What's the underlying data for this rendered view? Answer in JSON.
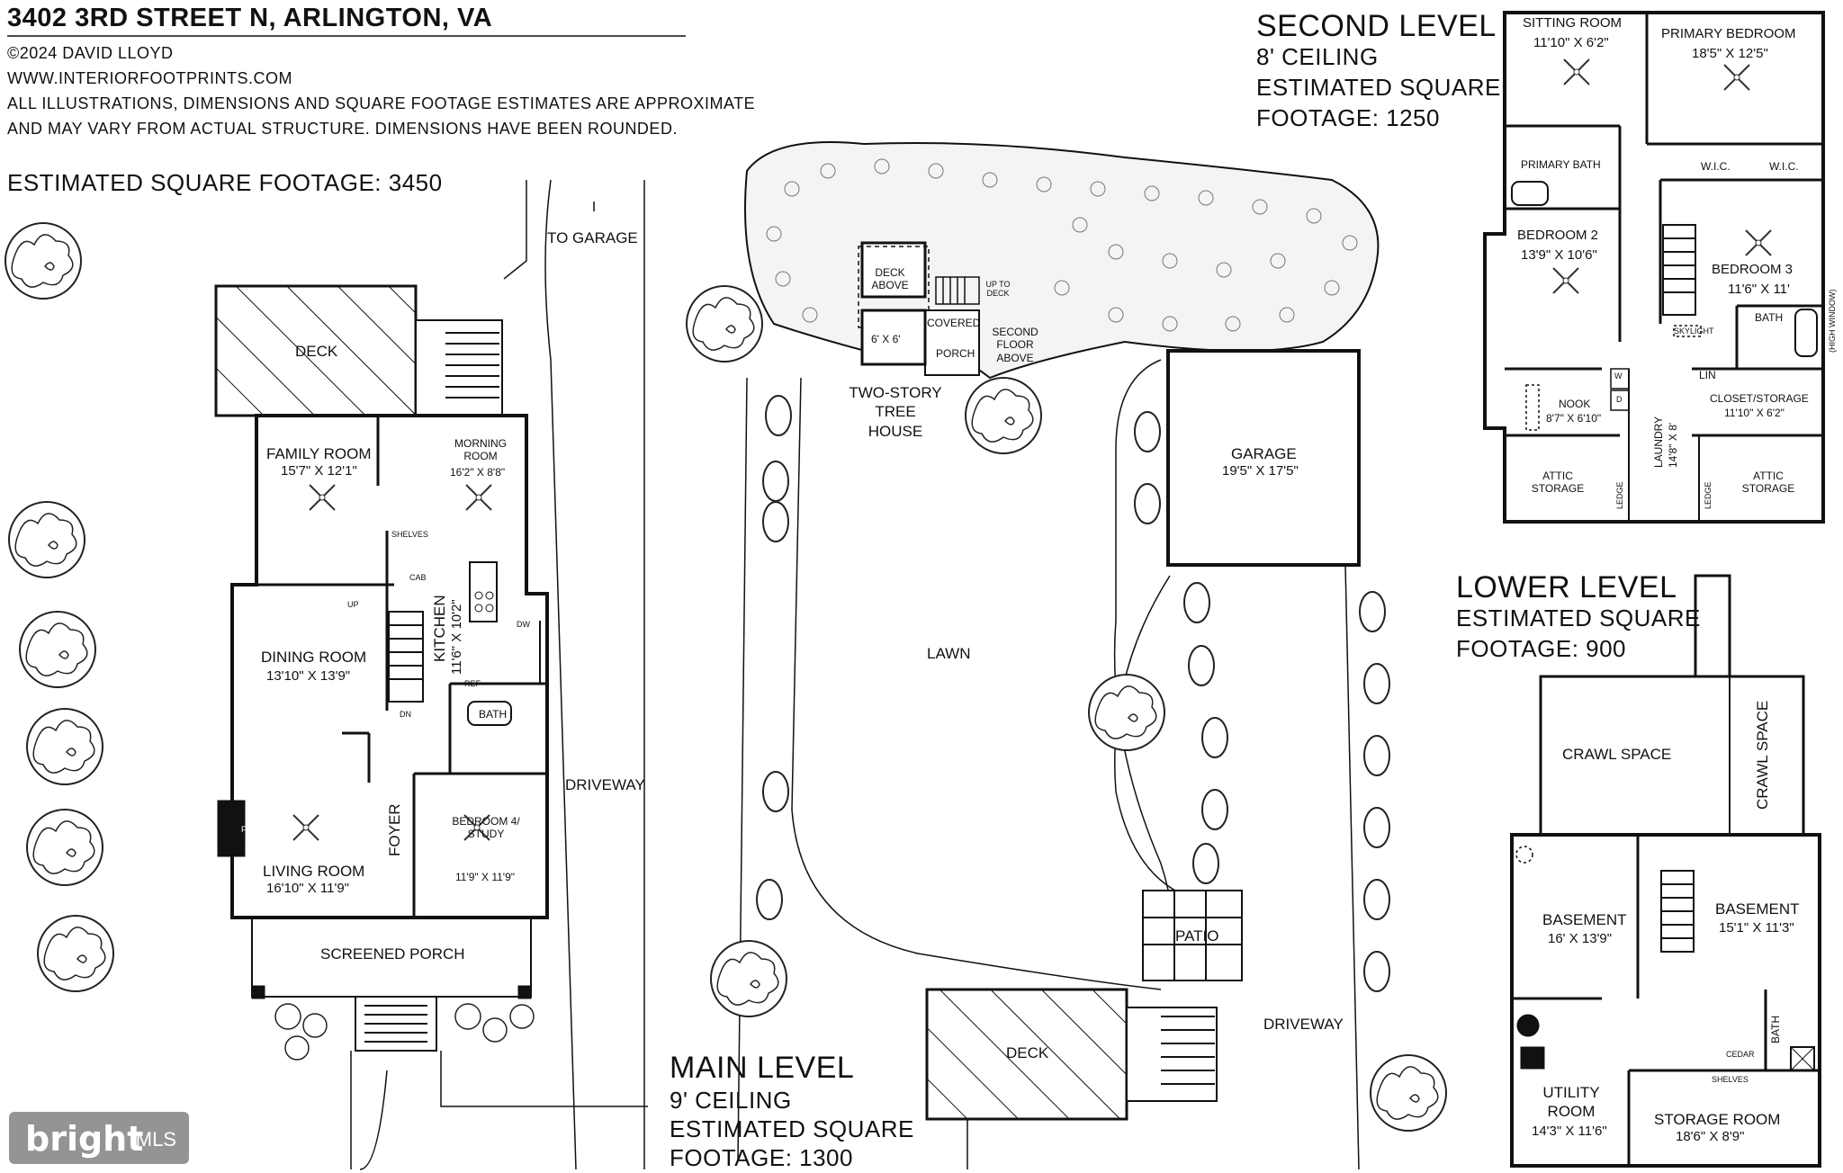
{
  "header": {
    "address": "3402 3RD STREET N, ARLINGTON, VA",
    "copyright": "©2024 DAVID LLOYD",
    "website": "WWW.INTERIORFOOTPRINTS.COM",
    "disclaimer_1": "ALL ILLUSTRATIONS, DIMENSIONS AND SQUARE FOOTAGE ESTIMATES ARE APPROXIMATE",
    "disclaimer_2": "AND MAY VARY FROM ACTUAL STRUCTURE. DIMENSIONS HAVE BEEN ROUNDED.",
    "total_sqft": "ESTIMATED SQUARE FOOTAGE: 3450"
  },
  "main_level": {
    "title": "MAIN LEVEL",
    "ceiling": "9' CEILING",
    "sqft_1": "ESTIMATED SQUARE",
    "sqft_2": "FOOTAGE: 1300",
    "rooms": {
      "deck": "DECK",
      "family_room": "FAMILY ROOM",
      "family_room_dim": "15'7\" X 12'1\"",
      "morning_room": "MORNING ROOM",
      "morning_room_dim": "16'2\" X 8'8\"",
      "dining_room": "DINING ROOM",
      "dining_room_dim": "13'10\" X 13'9\"",
      "kitchen": "KITCHEN",
      "kitchen_dim": "11'6\" X 10'2\"",
      "bath": "BATH",
      "foyer": "FOYER",
      "bedroom4": "BEDROOM 4/ STUDY",
      "bedroom4_dim": "11'9\" X 11'9\"",
      "living_room": "LIVING ROOM",
      "living_room_dim": "16'10\" X 11'9\"",
      "screened_porch": "SCREENED PORCH",
      "fp": "FP",
      "shelves": "SHELVES",
      "cab": "CAB",
      "ref": "REF",
      "dw": "DW",
      "up": "UP",
      "dn": "DN"
    }
  },
  "site": {
    "to_garage": "TO GARAGE",
    "driveway": "DRIVEWAY",
    "lawn": "LAWN",
    "deck_above": "DECK ABOVE",
    "up_to_deck": "UP TO DECK",
    "treehouse_room": "6' X 6'",
    "covered": "COVERED",
    "porch": "PORCH",
    "second_floor_above": "SECOND FLOOR ABOVE",
    "tree_house": "TWO-STORY TREE HOUSE",
    "garage": "GARAGE",
    "garage_dim": "19'5\" X 17'5\"",
    "patio": "PATIO",
    "deck": "DECK"
  },
  "second_level": {
    "title": "SECOND LEVEL",
    "ceiling": "8' CEILING",
    "sqft_1": "ESTIMATED SQUARE",
    "sqft_2": "FOOTAGE: 1250",
    "rooms": {
      "sitting_room": "SITTING ROOM",
      "sitting_room_dim": "11'10\" X 6'2\"",
      "primary_bedroom": "PRIMARY BEDROOM",
      "primary_bedroom_dim": "18'5\" X 12'5\"",
      "primary_bath": "PRIMARY BATH",
      "wic": "W.I.C.",
      "bedroom2": "BEDROOM 2",
      "bedroom2_dim": "13'9\" X 10'6\"",
      "bedroom3": "BEDROOM 3",
      "bedroom3_dim": "11'6\" X 11'",
      "bath": "BATH",
      "high_window": "(HIGH WINDOW)",
      "skylight": "SKYLIGHT",
      "nook": "NOOK",
      "nook_dim": "8'7\" X 6'10\"",
      "laundry": "LAUNDRY",
      "laundry_dim": "14'8\" X 8'",
      "lin": "LIN",
      "closet": "CLOSET/STORAGE",
      "closet_dim": "11'10\" X 6'2\"",
      "attic_storage": "ATTIC STORAGE",
      "ledge": "LEDGE",
      "w": "W",
      "d": "D"
    }
  },
  "lower_level": {
    "title": "LOWER LEVEL",
    "sqft_1": "ESTIMATED SQUARE",
    "sqft_2": "FOOTAGE: 900",
    "rooms": {
      "crawl_space": "CRAWL SPACE",
      "basement_left": "BASEMENT",
      "basement_left_dim": "16' X 13'9\"",
      "basement_right": "BASEMENT",
      "basement_right_dim": "15'1\" X 11'3\"",
      "utility_room": "UTILITY ROOM",
      "utility_dim": "14'3\" X 11'6\"",
      "storage_room": "STORAGE ROOM",
      "storage_dim": "18'6\" X 8'9\"",
      "bath": "BATH",
      "cedar": "CEDAR",
      "shelves": "SHELVES"
    }
  },
  "watermark": {
    "brand": "bright",
    "suffix": "MLS"
  }
}
